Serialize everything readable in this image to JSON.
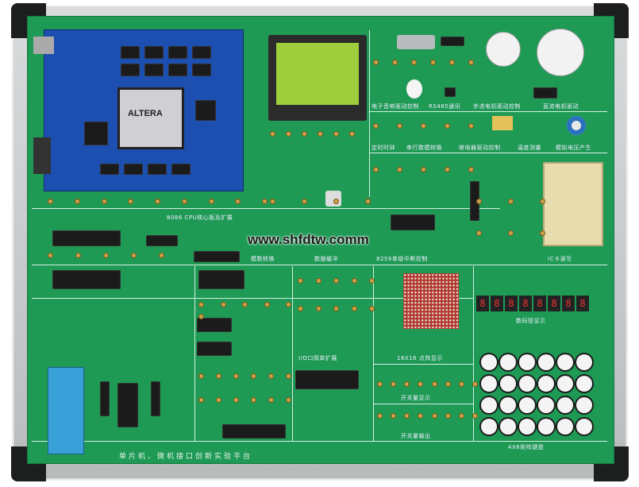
{
  "board": {
    "title": "单片机、微机接口创新实验平台",
    "watermark": "www.shfdtw.comm",
    "cpu_logo": "ALTERA",
    "sections": [
      "电子音响驱动控制",
      "RS485通讯",
      "步进电机驱动控制",
      "直流电机驱动",
      "定时时钟",
      "串行数模转换",
      "继电器驱动控制",
      "温度测量",
      "模拟电压产生",
      "8086 CPU核心板及扩展",
      "模数转换",
      "数据缓冲",
      "8259单级中断控制",
      "IC卡读写",
      "I/O口简单扩展",
      "16X16 点阵显示",
      "开关量显示",
      "开关量输出",
      "4X6矩阵键盘",
      "数码管显示"
    ],
    "seven_segment": [
      "8",
      "8",
      "8",
      "8",
      "8",
      "8",
      "8",
      "8"
    ],
    "colors": {
      "pcb": "#1f9a55",
      "cpu_board": "#1c4fb0",
      "lcd": "#9fce3c"
    }
  }
}
